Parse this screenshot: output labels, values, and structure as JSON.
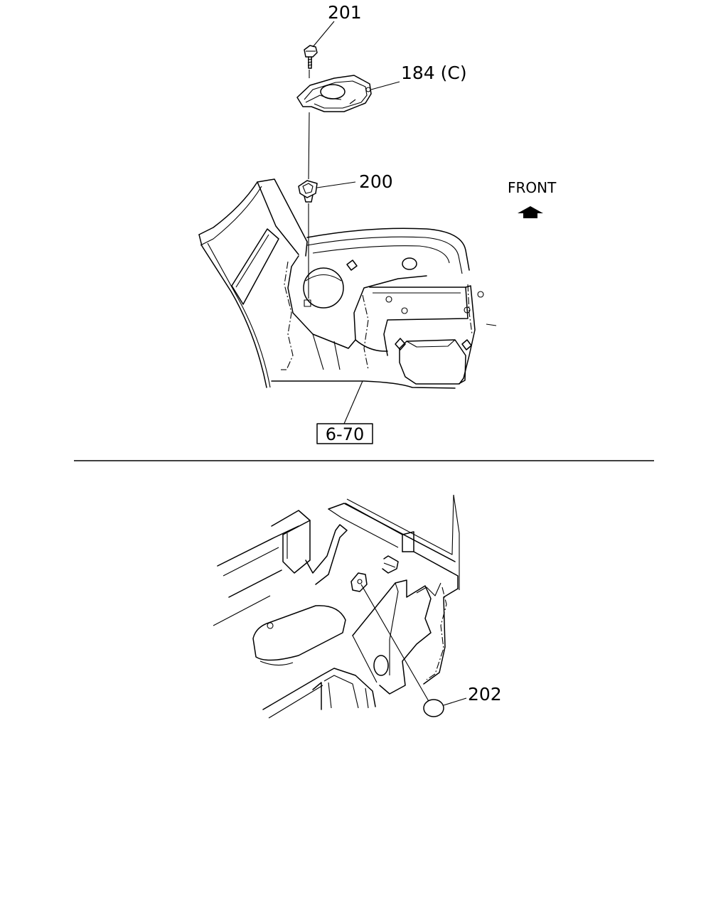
{
  "callouts": {
    "bolt": "201",
    "bracket": "184 (C)",
    "clip": "200",
    "plug": "202",
    "reference": "6-70"
  },
  "orientation": {
    "label": "FRONT"
  },
  "colors": {
    "line": "#000000",
    "background": "#ffffff"
  }
}
